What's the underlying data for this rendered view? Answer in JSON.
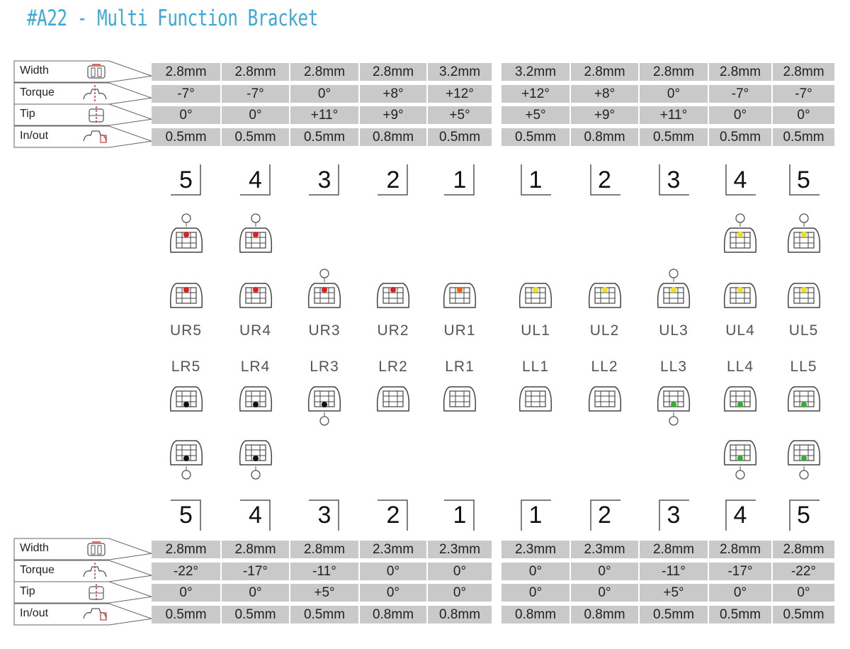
{
  "title": "#A22 - Multi Function Bracket",
  "row_labels": [
    "Width",
    "Torque",
    "Tip",
    "In/out"
  ],
  "upper": {
    "numbers": [
      "5",
      "4",
      "3",
      "2",
      "1",
      "1",
      "2",
      "3",
      "4",
      "5"
    ],
    "rows": [
      [
        "2.8mm",
        "2.8mm",
        "2.8mm",
        "2.8mm",
        "3.2mm",
        "3.2mm",
        "2.8mm",
        "2.8mm",
        "2.8mm",
        "2.8mm"
      ],
      [
        "-7°",
        "-7°",
        "0°",
        "+8°",
        "+12°",
        "+12°",
        "+8°",
        "0°",
        "-7°",
        "-7°"
      ],
      [
        "0°",
        "0°",
        "+11°",
        "+9°",
        "+5°",
        "+5°",
        "+9°",
        "+11°",
        "0°",
        "0°"
      ],
      [
        "0.5mm",
        "0.5mm",
        "0.5mm",
        "0.8mm",
        "0.5mm",
        "0.5mm",
        "0.8mm",
        "0.5mm",
        "0.5mm",
        "0.5mm"
      ]
    ],
    "teeth": [
      "UR5",
      "UR4",
      "UR3",
      "UR2",
      "UR1",
      "UL1",
      "UL2",
      "UL3",
      "UL4",
      "UL5"
    ]
  },
  "lower": {
    "teeth": [
      "LR5",
      "LR4",
      "LR3",
      "LR2",
      "LR1",
      "LL1",
      "LL2",
      "LL3",
      "LL4",
      "LL5"
    ],
    "numbers": [
      "5",
      "4",
      "3",
      "2",
      "1",
      "1",
      "2",
      "3",
      "4",
      "5"
    ],
    "rows": [
      [
        "2.8mm",
        "2.8mm",
        "2.8mm",
        "2.3mm",
        "2.3mm",
        "2.3mm",
        "2.3mm",
        "2.8mm",
        "2.8mm",
        "2.8mm"
      ],
      [
        "-22°",
        "-17°",
        "-11°",
        "0°",
        "0°",
        "0°",
        "0°",
        "-11°",
        "-17°",
        "-22°"
      ],
      [
        "0°",
        "0°",
        "+5°",
        "0°",
        "0°",
        "0°",
        "0°",
        "+5°",
        "0°",
        "0°"
      ],
      [
        "0.5mm",
        "0.5mm",
        "0.5mm",
        "0.8mm",
        "0.8mm",
        "0.8mm",
        "0.8mm",
        "0.5mm",
        "0.5mm",
        "0.5mm"
      ]
    ]
  },
  "colors": {
    "ur": "#e02020",
    "ul": "#f0e020",
    "ur1": "#f06010",
    "lr": "#111111",
    "ll": "#30b030",
    "title": "#3aa8d8",
    "cell": "#c9c9c9"
  }
}
